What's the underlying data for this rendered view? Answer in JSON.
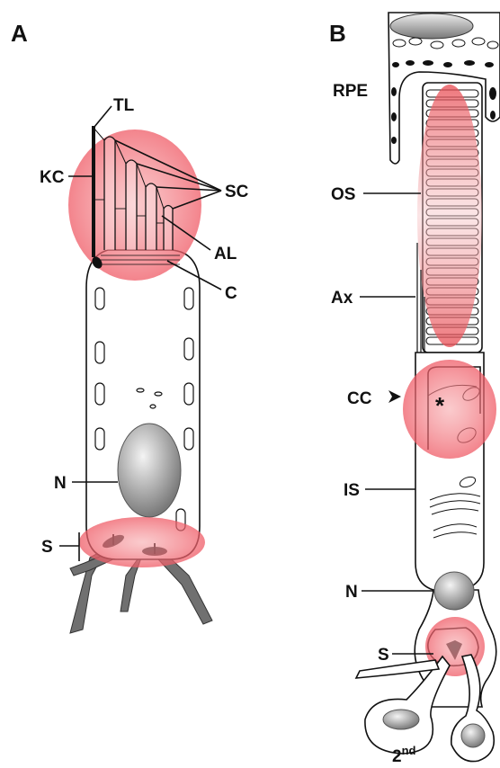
{
  "panels": [
    {
      "id": "A",
      "label": "A",
      "parts": {
        "tl": "TL",
        "kc": "KC",
        "sc": "SC",
        "al": "AL",
        "c": "C",
        "n": "N",
        "s": "S"
      }
    },
    {
      "id": "B",
      "label": "B",
      "parts": {
        "rpe": "RPE",
        "os": "OS",
        "ax": "Ax",
        "cc": "CC",
        "is": "IS",
        "n": "N",
        "s": "S",
        "second_base": "2",
        "second_sup": "nd",
        "asterisk": "*"
      }
    }
  ],
  "colors": {
    "highlight": "#f0606a",
    "outline": "#111111",
    "nucleus_dark": "#7a7a7a",
    "nucleus_light": "#eeeeee",
    "synapse_gray": "#707070"
  }
}
